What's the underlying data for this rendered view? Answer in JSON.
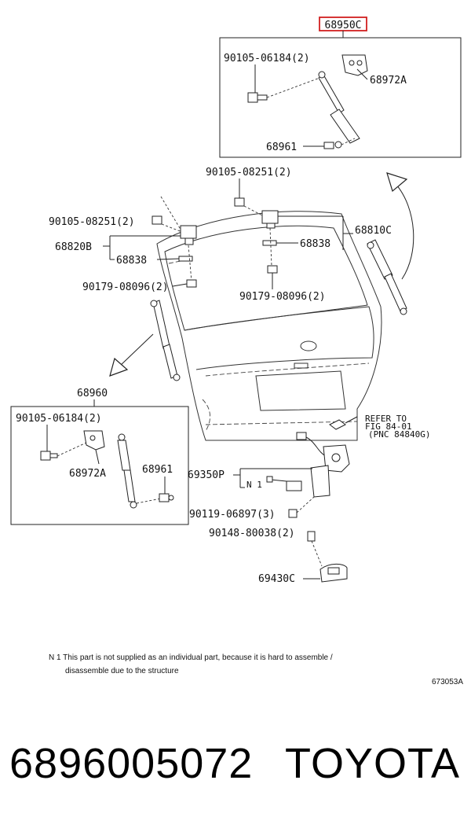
{
  "diagram": {
    "callouts": {
      "top_kit_code": "68950C",
      "top_bolt": "90105-06184(2)",
      "top_bracket": "68972A",
      "top_ball": "68961",
      "bolt_upper_center": "90105-08251(2)",
      "bolt_upper_left": "90105-08251(2)",
      "hinge_right": "68810C",
      "hinge_left": "68820B",
      "hinge_bolt_left": "68838",
      "hinge_bolt_right": "68838",
      "nut_left": "90179-08096(2)",
      "nut_center": "90179-08096(2)",
      "strut_kit": "68960",
      "left_bolt": "90105-06184(2)",
      "left_bracket": "68972A",
      "left_ball": "68961",
      "refer_line1": "REFER TO",
      "refer_line2": "FIG 84-01",
      "refer_line3": "(PNC 84840G)",
      "lock": "69350P",
      "lock_note": "N 1",
      "lock_bolt": "90119-06897(3)",
      "switch_screw": "90148-80038(2)",
      "switch": "69430C"
    },
    "note_line1": "N 1  This part is not supplied as an individual part, because it is hard to assemble /",
    "note_line2": "disassemble due to the structure",
    "figure_code": "673053A"
  },
  "footer": {
    "part_number": "6896005072",
    "brand": "TOYOTA"
  },
  "colors": {
    "highlight_box": "#d12020",
    "ink": "#111111"
  }
}
